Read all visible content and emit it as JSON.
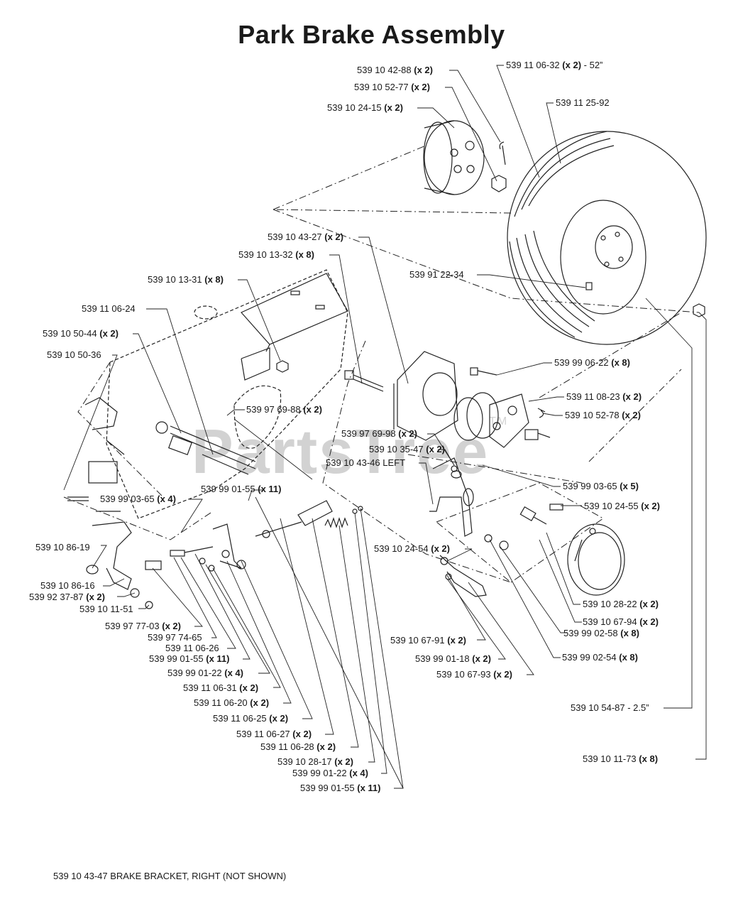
{
  "title": "Park Brake Assembly",
  "watermark": "PartsTree",
  "watermark_tm": "TM",
  "footnote": "539 10 43-47 BRAKE BRACKET, RIGHT (NOT SHOWN)",
  "labels": [
    {
      "id": "p1",
      "part": "539 10 42-88",
      "qty": "(x 2)",
      "suffix": ""
    },
    {
      "id": "p2",
      "part": "539 10 52-77",
      "qty": "(x 2)",
      "suffix": ""
    },
    {
      "id": "p3",
      "part": "539 10 24-15",
      "qty": "(x 2)",
      "suffix": ""
    },
    {
      "id": "p4",
      "part": "539 11 06-32",
      "qty": "(x 2)",
      "suffix": " - 52”"
    },
    {
      "id": "p5",
      "part": "539 11 25-92",
      "qty": "",
      "suffix": ""
    },
    {
      "id": "p6",
      "part": "539 10 43-27",
      "qty": "(x 2)",
      "suffix": ""
    },
    {
      "id": "p7",
      "part": "539 10 13-32",
      "qty": "(x 8)",
      "suffix": ""
    },
    {
      "id": "p8",
      "part": "539 91 22-34",
      "qty": "",
      "suffix": ""
    },
    {
      "id": "p9",
      "part": "539 10 13-31",
      "qty": "(x 8)",
      "suffix": ""
    },
    {
      "id": "p10",
      "part": "539 11 06-24",
      "qty": "",
      "suffix": ""
    },
    {
      "id": "p11",
      "part": "539 10 50-44",
      "qty": "(x 2)",
      "suffix": ""
    },
    {
      "id": "p12",
      "part": "539 10 50-36",
      "qty": "",
      "suffix": ""
    },
    {
      "id": "p13",
      "part": "539 99 06-22",
      "qty": "(x 8)",
      "suffix": ""
    },
    {
      "id": "p14",
      "part": "539 11 08-23",
      "qty": "(x 2)",
      "suffix": ""
    },
    {
      "id": "p15",
      "part": "539 10 52-78",
      "qty": "(x 2)",
      "suffix": ""
    },
    {
      "id": "p16",
      "part": "539 97 69-88",
      "qty": "(x 2)",
      "suffix": ""
    },
    {
      "id": "p17",
      "part": "539 97 69-98",
      "qty": "(x 2)",
      "suffix": ""
    },
    {
      "id": "p18",
      "part": "539 10 35-47",
      "qty": "(x 2)",
      "suffix": ""
    },
    {
      "id": "p19",
      "part": "539 10 43-46 LEFT",
      "qty": "",
      "suffix": ""
    },
    {
      "id": "p20",
      "part": "539 99 03-65",
      "qty": "(x 5)",
      "suffix": ""
    },
    {
      "id": "p21",
      "part": "539 99 01-55",
      "qty": "(x 11)",
      "suffix": ""
    },
    {
      "id": "p22",
      "part": "539 10 24-55",
      "qty": "(x 2)",
      "suffix": ""
    },
    {
      "id": "p23",
      "part": "539 99 03-65",
      "qty": "(x 4)",
      "suffix": ""
    },
    {
      "id": "p24",
      "part": "539 10 86-19",
      "qty": "",
      "suffix": ""
    },
    {
      "id": "p25",
      "part": "539 10 24-54",
      "qty": "(x 2)",
      "suffix": ""
    },
    {
      "id": "p26",
      "part": "539 10 86-16",
      "qty": "",
      "suffix": ""
    },
    {
      "id": "p27",
      "part": "539 92 37-87",
      "qty": "(x 2)",
      "suffix": ""
    },
    {
      "id": "p28",
      "part": "539 10 11-51",
      "qty": "",
      "suffix": ""
    },
    {
      "id": "p29",
      "part": "539 10 28-22",
      "qty": "(x 2)",
      "suffix": ""
    },
    {
      "id": "p30",
      "part": "539 10 67-94",
      "qty": "(x 2)",
      "suffix": ""
    },
    {
      "id": "p31",
      "part": "539 97 77-03",
      "qty": "(x 2)",
      "suffix": ""
    },
    {
      "id": "p32",
      "part": "539 99 02-58",
      "qty": "(x 8)",
      "suffix": ""
    },
    {
      "id": "p33",
      "part": "539 97 74-65",
      "qty": "",
      "suffix": ""
    },
    {
      "id": "p34",
      "part": "539 10 67-91",
      "qty": "(x 2)",
      "suffix": ""
    },
    {
      "id": "p35",
      "part": "539 11 06-26",
      "qty": "",
      "suffix": ""
    },
    {
      "id": "p36",
      "part": "539 99 02-54",
      "qty": "(x 8)",
      "suffix": ""
    },
    {
      "id": "p37",
      "part": "539 99 01-55",
      "qty": "(x 11)",
      "suffix": ""
    },
    {
      "id": "p38",
      "part": "539 99 01-18",
      "qty": "(x 2)",
      "suffix": ""
    },
    {
      "id": "p39",
      "part": "539 99 01-22",
      "qty": "(x 4)",
      "suffix": ""
    },
    {
      "id": "p40",
      "part": "539 10 67-93",
      "qty": "(x 2)",
      "suffix": ""
    },
    {
      "id": "p41",
      "part": "539 11 06-31",
      "qty": "(x 2)",
      "suffix": ""
    },
    {
      "id": "p42",
      "part": "539 11 06-20",
      "qty": "(x 2)",
      "suffix": ""
    },
    {
      "id": "p43",
      "part": "539 10 54-87",
      "qty": "",
      "suffix": " - 2.5”"
    },
    {
      "id": "p44",
      "part": "539 11 06-25",
      "qty": "(x 2)",
      "suffix": ""
    },
    {
      "id": "p45",
      "part": "539 11 06-27",
      "qty": "(x 2)",
      "suffix": ""
    },
    {
      "id": "p46",
      "part": "539 11 06-28",
      "qty": "(x 2)",
      "suffix": ""
    },
    {
      "id": "p47",
      "part": "539 10 11-73",
      "qty": "(x 8)",
      "suffix": ""
    },
    {
      "id": "p48",
      "part": "539 10 28-17",
      "qty": "(x 2)",
      "suffix": ""
    },
    {
      "id": "p49",
      "part": "539 99 01-22",
      "qty": "(x 4)",
      "suffix": ""
    },
    {
      "id": "p50",
      "part": "539 99 01-55",
      "qty": "(x 11)",
      "suffix": ""
    }
  ]
}
